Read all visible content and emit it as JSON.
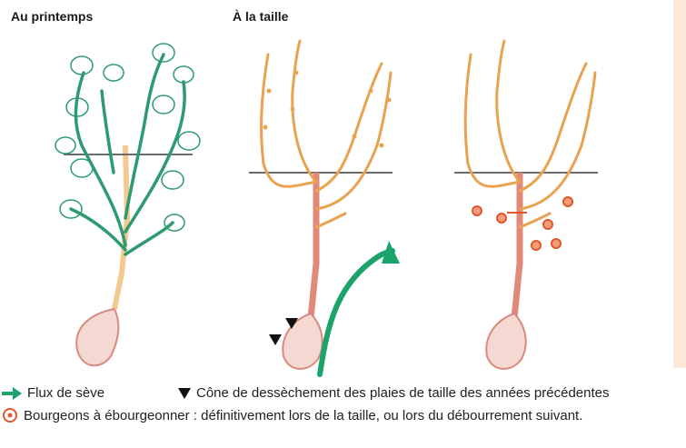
{
  "headings": {
    "spring": "Au printemps",
    "pruning": "À la taille"
  },
  "legend": {
    "sap_flow": "Flux de sève",
    "cone": "Cône de dessèchement des plaies de taille des années précédentes",
    "buds": "Bourgeons à ébourgeonner : définitivement lors de la taille, ou lors du débourrement suivant."
  },
  "colors": {
    "sap_arrow": "#1aa36b",
    "wood_orange": "#e9a24f",
    "trunk_pink": "#e08a7a",
    "leaf_green": "#2e9a70",
    "wire_gray": "#6b6b6b",
    "bud_marker": "#e2572b",
    "side_strip": "#fce8d8"
  },
  "icons": {
    "sap": "green-arrow-icon",
    "cone": "black-triangle-icon",
    "bud": "bud-circle-icon"
  }
}
